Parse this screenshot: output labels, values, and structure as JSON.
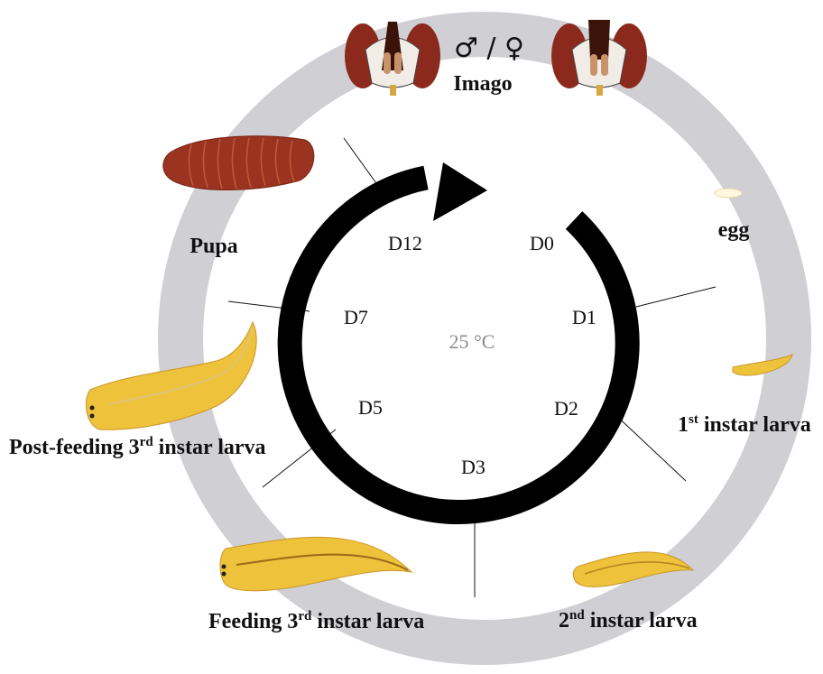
{
  "center": {
    "temperature": "25 °C"
  },
  "days": [
    "D0",
    "D1",
    "D2",
    "D3",
    "D5",
    "D7",
    "D12"
  ],
  "stages": {
    "imago": "Imago",
    "sex_symbols": "♂ / ♀",
    "egg": "egg",
    "first_instar": {
      "prefix": "1",
      "sup": "st",
      "suffix": " instar larva"
    },
    "second_instar": {
      "prefix": "2",
      "sup": "nd",
      "suffix": " instar larva"
    },
    "feeding_third": {
      "prefix": "Feeding 3",
      "sup": "rd",
      "suffix": " instar larva"
    },
    "post_feeding_third": {
      "prefix": "Post-feeding 3",
      "sup": "rd",
      "suffix": " instar larva"
    },
    "pupa": "Pupa"
  },
  "colors": {
    "ring": "#d0d0d4",
    "arrow": "#000000",
    "larva": "#eec23a",
    "larva_outline": "#c9962a",
    "pupa": "#9a3420",
    "fly_eye": "#8b2a1c"
  },
  "icons": [
    "fly-head-male-icon",
    "fly-head-female-icon",
    "egg-icon",
    "larva-icon",
    "pupa-icon"
  ]
}
